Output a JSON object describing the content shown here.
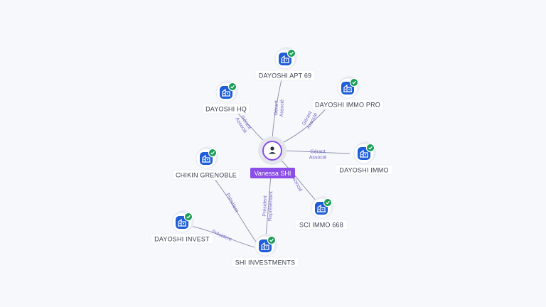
{
  "center": {
    "name": "Vanessa SHI",
    "icon": "person-icon"
  },
  "companies": [
    {
      "id": "apt69",
      "name": "DAYOSHI APT 69",
      "icon": "building-icon",
      "verified": true
    },
    {
      "id": "hq",
      "name": "DAYOSHI HQ",
      "icon": "building-icon",
      "verified": true
    },
    {
      "id": "pro",
      "name": "DAYOSHI IMMO PRO",
      "icon": "building-icon",
      "verified": true
    },
    {
      "id": "immo",
      "name": "DAYOSHI IMMO",
      "icon": "building-icon",
      "verified": true
    },
    {
      "id": "chikin",
      "name": "CHIKIN GRENOBLE",
      "icon": "building-icon",
      "verified": true
    },
    {
      "id": "sci",
      "name": "SCI IMMO 668",
      "icon": "building-icon",
      "verified": true
    },
    {
      "id": "invest",
      "name": "DAYOSHI INVEST",
      "icon": "building-icon",
      "verified": true
    },
    {
      "id": "shi",
      "name": "SHI INVESTMENTS",
      "icon": "building-icon",
      "verified": true
    }
  ],
  "edges": [
    {
      "from": "center",
      "to": "apt69",
      "labels": [
        "Gérant",
        "Associé"
      ]
    },
    {
      "from": "center",
      "to": "hq",
      "labels": [
        "Gérant",
        "Associé"
      ]
    },
    {
      "from": "center",
      "to": "pro",
      "labels": [
        "Gérant",
        "Associé"
      ]
    },
    {
      "from": "center",
      "to": "immo",
      "labels": [
        "Gérant",
        "Associé"
      ]
    },
    {
      "from": "center",
      "to": "sci",
      "labels": [
        "Associé"
      ]
    },
    {
      "from": "center",
      "to": "shi",
      "labels": [
        "Président",
        "Représentant"
      ]
    },
    {
      "from": "shi",
      "to": "chikin",
      "labels": [
        "Président"
      ]
    },
    {
      "from": "shi",
      "to": "invest",
      "labels": [
        "Président"
      ]
    }
  ],
  "colors": {
    "accent": "#8b4ee6",
    "node": "#1f5ed8",
    "verified": "#1a9d57",
    "edge_label": "#7868c9"
  }
}
